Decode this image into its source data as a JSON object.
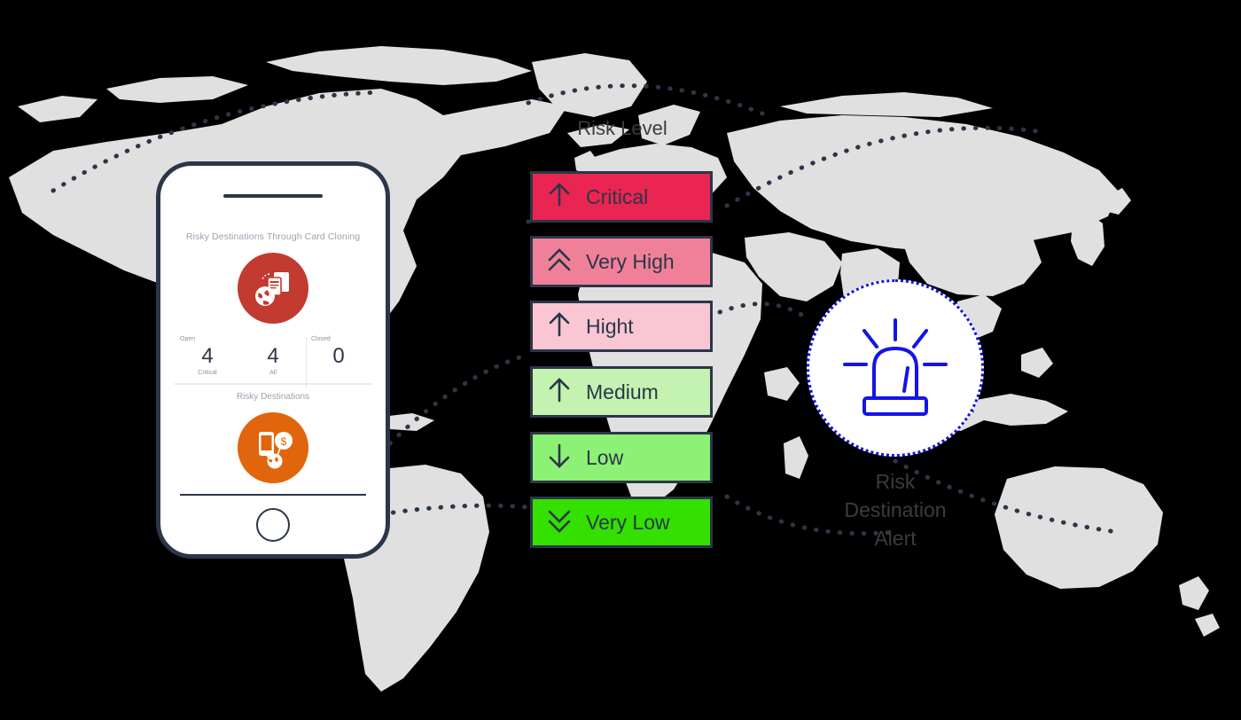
{
  "background": {
    "page_color": "#000000",
    "land_color": "#e0e0e0",
    "line_color": "#2b3648"
  },
  "phone": {
    "card_title": "Risky Destinations Through Card Cloning",
    "primary_icon": "globe-credit-cards-icon",
    "primary_icon_color": "#c23a30",
    "stats": [
      {
        "top_label": "Open",
        "value": "4",
        "sub_label": "Critical"
      },
      {
        "top_label": "",
        "value": "4",
        "sub_label": "All"
      },
      {
        "top_label": "Closed",
        "value": "0",
        "sub_label": ""
      }
    ],
    "section_label": "Risky Destinations",
    "secondary_icon": "phone-money-globe-icon",
    "secondary_icon_color": "#e1650c",
    "home_button": "home-button"
  },
  "risk_panel": {
    "title": "Risk Level",
    "badges": [
      {
        "label": "Critical",
        "icon": "arrow-up-icon",
        "fill": "#ea2552",
        "text_color": "#2b3648"
      },
      {
        "label": "Very High",
        "icon": "chevron-double-up-icon",
        "fill": "#f08099",
        "text_color": "#2b3648"
      },
      {
        "label": "Hight",
        "icon": "arrow-up-icon",
        "fill": "#fac6d3",
        "text_color": "#2b3648"
      },
      {
        "label": "Medium",
        "icon": "arrow-up-icon",
        "fill": "#c4f2b0",
        "text_color": "#2b3648"
      },
      {
        "label": "Low",
        "icon": "arrow-down-icon",
        "fill": "#8cf175",
        "text_color": "#2b3648"
      },
      {
        "label": "Very Low",
        "icon": "chevron-double-down-icon",
        "fill": "#33e000",
        "text_color": "#2b3648"
      }
    ]
  },
  "alert": {
    "icon": "siren-beacon-icon",
    "icon_color": "#1414e6",
    "caption_lines": [
      "Risk",
      "Destination",
      "Alert"
    ],
    "caption_text": "Risk Destination Alert"
  }
}
